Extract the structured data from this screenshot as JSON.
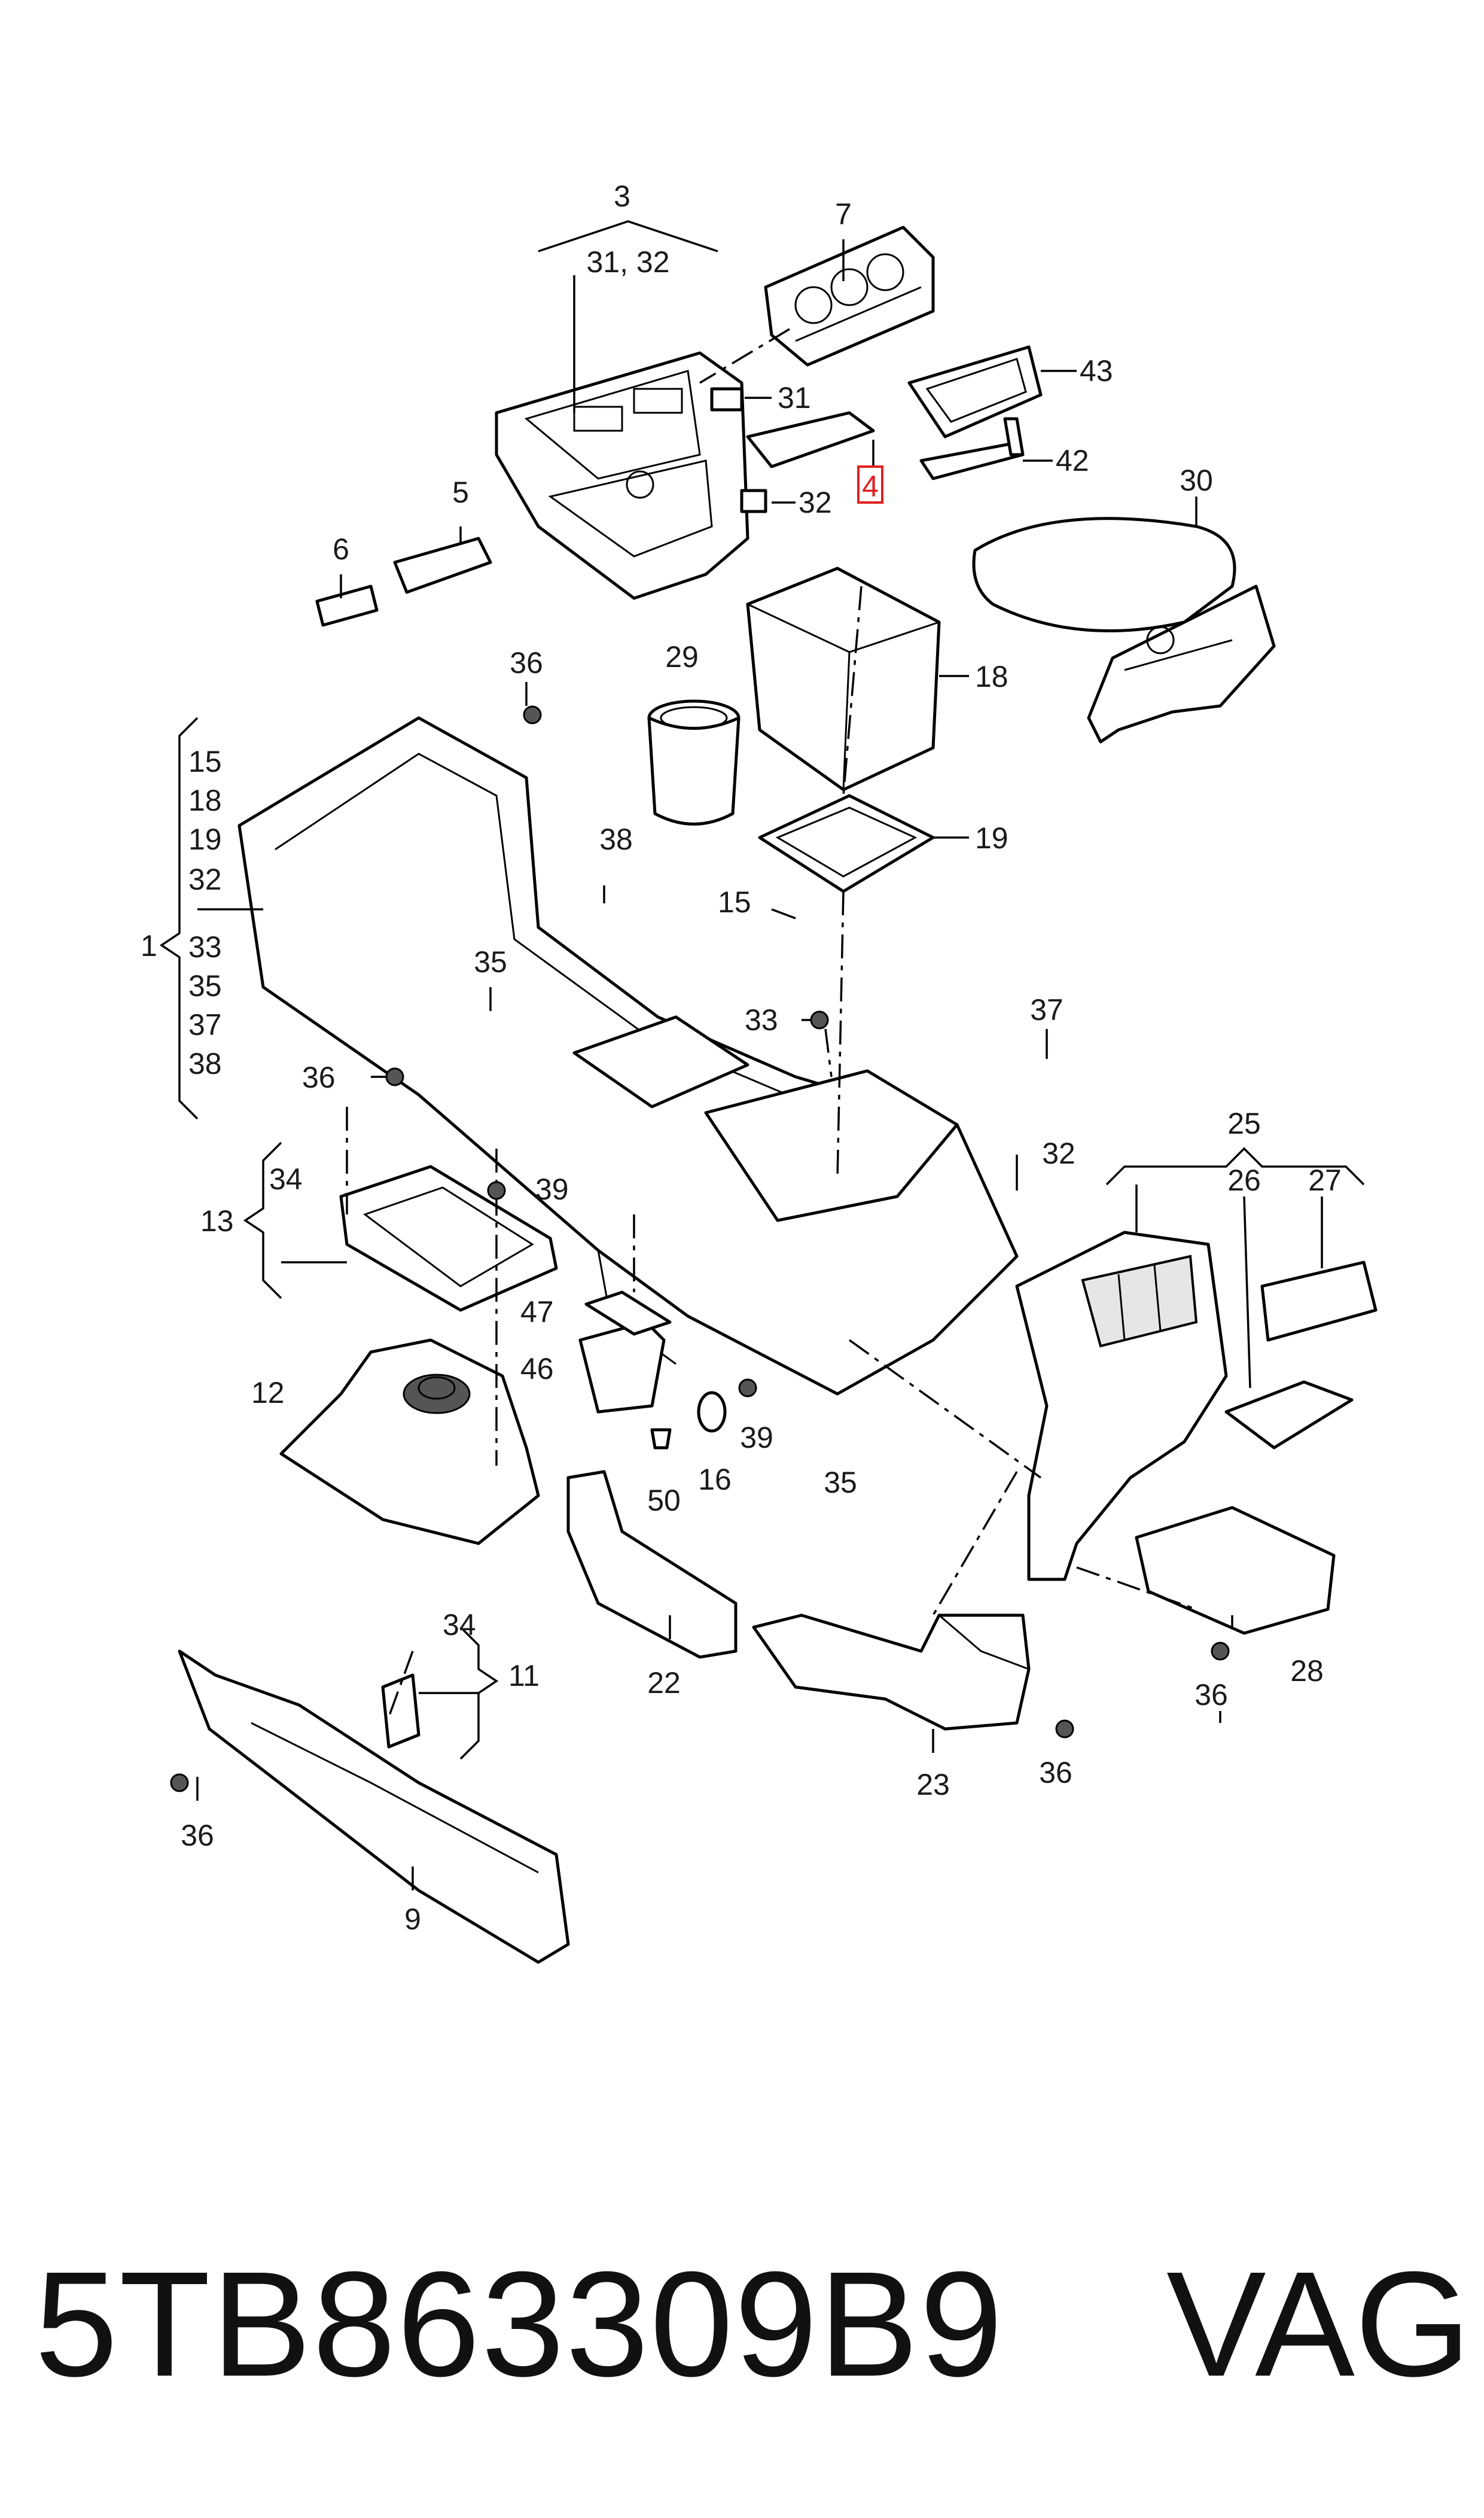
{
  "diagram": {
    "callouts": {
      "c3": "3",
      "c31_32": "31, 32",
      "c7": "7",
      "c31": "31",
      "c43": "43",
      "c4": "4",
      "c42": "42",
      "c32a": "32",
      "c5": "5",
      "c6": "6",
      "c30": "30",
      "c36a": "36",
      "c29": "29",
      "c18": "18",
      "c19": "19",
      "c38": "38",
      "c15": "15",
      "c35a": "35",
      "c33": "33",
      "c37": "37",
      "c36b": "36",
      "c25": "25",
      "c26": "26",
      "c27": "27",
      "c32b": "32",
      "c34a": "34",
      "c39a": "39",
      "c13": "13",
      "c47": "47",
      "c46": "46",
      "c12": "12",
      "c39b": "39",
      "c16": "16",
      "c35b": "35",
      "c50": "50",
      "c22": "22",
      "c34b": "34",
      "c11": "11",
      "c23": "23",
      "c36c": "36",
      "c36d": "36",
      "c28": "28",
      "c36e": "36",
      "c9": "9",
      "c1": "1"
    },
    "group_1_items": [
      "15",
      "18",
      "19",
      "32",
      "33",
      "35",
      "37",
      "38"
    ],
    "highlighted_part": "4"
  },
  "footer": {
    "part_number": "5TB863309B9",
    "brand": "VAG"
  }
}
